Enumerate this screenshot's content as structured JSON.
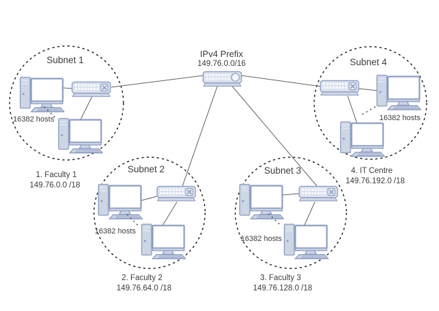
{
  "diagram": {
    "prefix": {
      "label": "IPv4 Prefix",
      "cidr": "149.76.0.0/16"
    },
    "subnets": [
      {
        "name": "Subnet 1",
        "hosts": "16382 hosts",
        "caption": "1. Faculty 1",
        "cidr": "149.76.0.0 /18"
      },
      {
        "name": "Subnet 2",
        "hosts": "16382 hosts",
        "caption": "2. Faculty 2",
        "cidr": "149.76.64.0 /18"
      },
      {
        "name": "Subnet 3",
        "hosts": "16382 hosts",
        "caption": "3. Faculty 3",
        "cidr": "149.76.128.0 /18"
      },
      {
        "name": "Subnet 4",
        "hosts": "16382 hosts",
        "caption": "4. IT Centre",
        "cidr": "149.76.192.0 /18"
      }
    ],
    "colors": {
      "device-fill": "#cdd6e4",
      "device-body": "#dde3ee",
      "device-border": "#8b9cc3",
      "screen-fill": "#ffffff",
      "port-fill": "#ffffff",
      "connector": "#5f5f5f",
      "boundary": "#151515",
      "text": "#3c3c3c",
      "background": "#ffffff"
    }
  }
}
